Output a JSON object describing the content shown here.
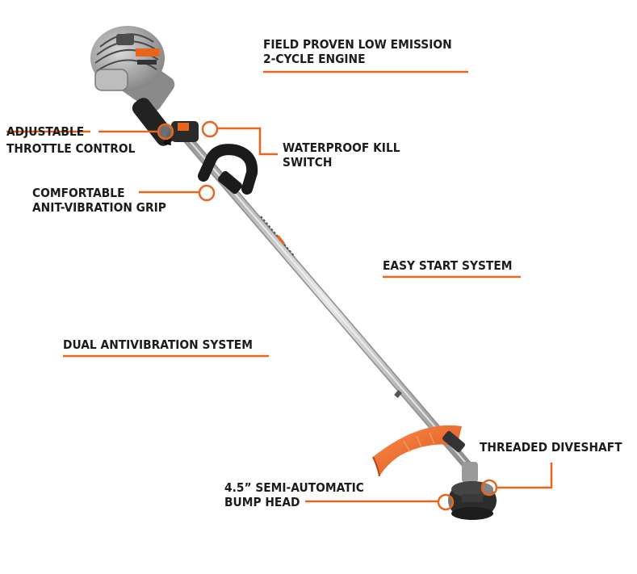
{
  "accent_color": "#e8651e",
  "callouts": {
    "engine": {
      "line1": "FIELD PROVEN LOW EMISSION",
      "line2": "2-CYCLE ENGINE"
    },
    "throttle": {
      "line1": "ADJUSTABLE",
      "line2": "THROTTLE CONTROL"
    },
    "kill_switch": {
      "line1": "WATERPROOF KILL",
      "line2": "SWITCH"
    },
    "grip": {
      "line1": "COMFORTABLE",
      "line2": "ANIT-VIBRATION GRIP"
    },
    "easy_start": {
      "line1": "EASY START SYSTEM"
    },
    "dual_antivibration": {
      "line1": "DUAL ANTIVIBRATION SYSTEM"
    },
    "driveshaft": {
      "line1": "THREADED DIVESHAFT"
    },
    "bump_head": {
      "line1": "4.5” SEMI-AUTOMATIC",
      "line2": "BUMP HEAD"
    }
  },
  "icons": {
    "product": "string-trimmer-illustration",
    "marker": "circle-callout-marker"
  }
}
